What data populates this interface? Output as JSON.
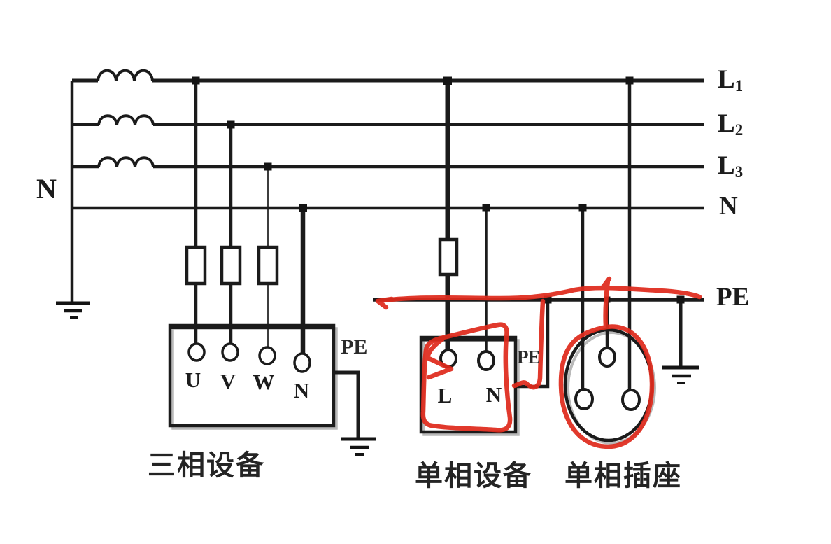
{
  "colors": {
    "wire": "#1b1b1b",
    "annotation_red": "#df2b1d",
    "background": "#ffffff"
  },
  "source": {
    "neutral_label": "N"
  },
  "bus_labels": {
    "l1_base": "L",
    "l1_sub": "1",
    "l2_base": "L",
    "l2_sub": "2",
    "l3_base": "L",
    "l3_sub": "3",
    "n": "N",
    "pe": "PE"
  },
  "three_phase_device": {
    "caption": "三相设备",
    "terminals": [
      "U",
      "V",
      "W",
      "N"
    ],
    "pe_label": "PE"
  },
  "single_phase_device": {
    "caption": "单相设备",
    "terminals": [
      "L",
      "N"
    ],
    "pe_label": "PE"
  },
  "single_phase_socket": {
    "caption": "单相插座"
  }
}
